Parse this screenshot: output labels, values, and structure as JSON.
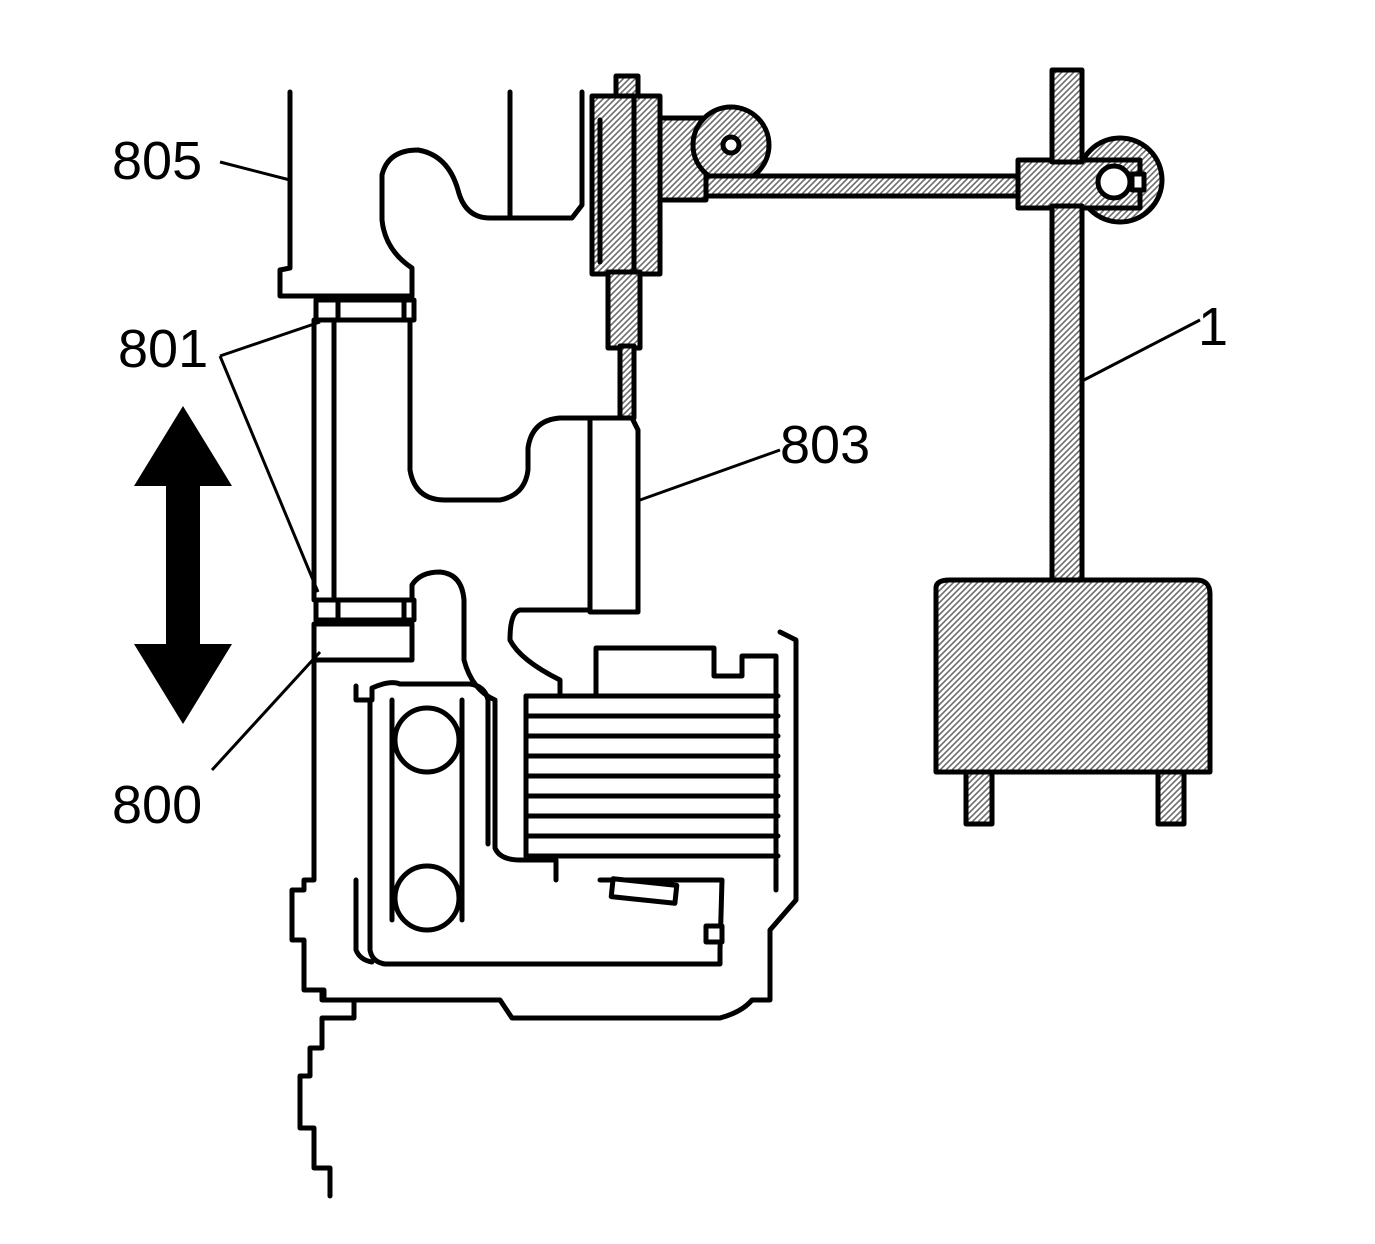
{
  "callouts": {
    "c805": "805",
    "c801": "801",
    "c803": "803",
    "c1": "1",
    "c800": "800"
  },
  "colors": {
    "line": "#000000",
    "background": "#ffffff",
    "hatch": "#6e6e6e"
  },
  "icons": {
    "motion_arrow": "double-headed-vertical-arrow-icon"
  }
}
